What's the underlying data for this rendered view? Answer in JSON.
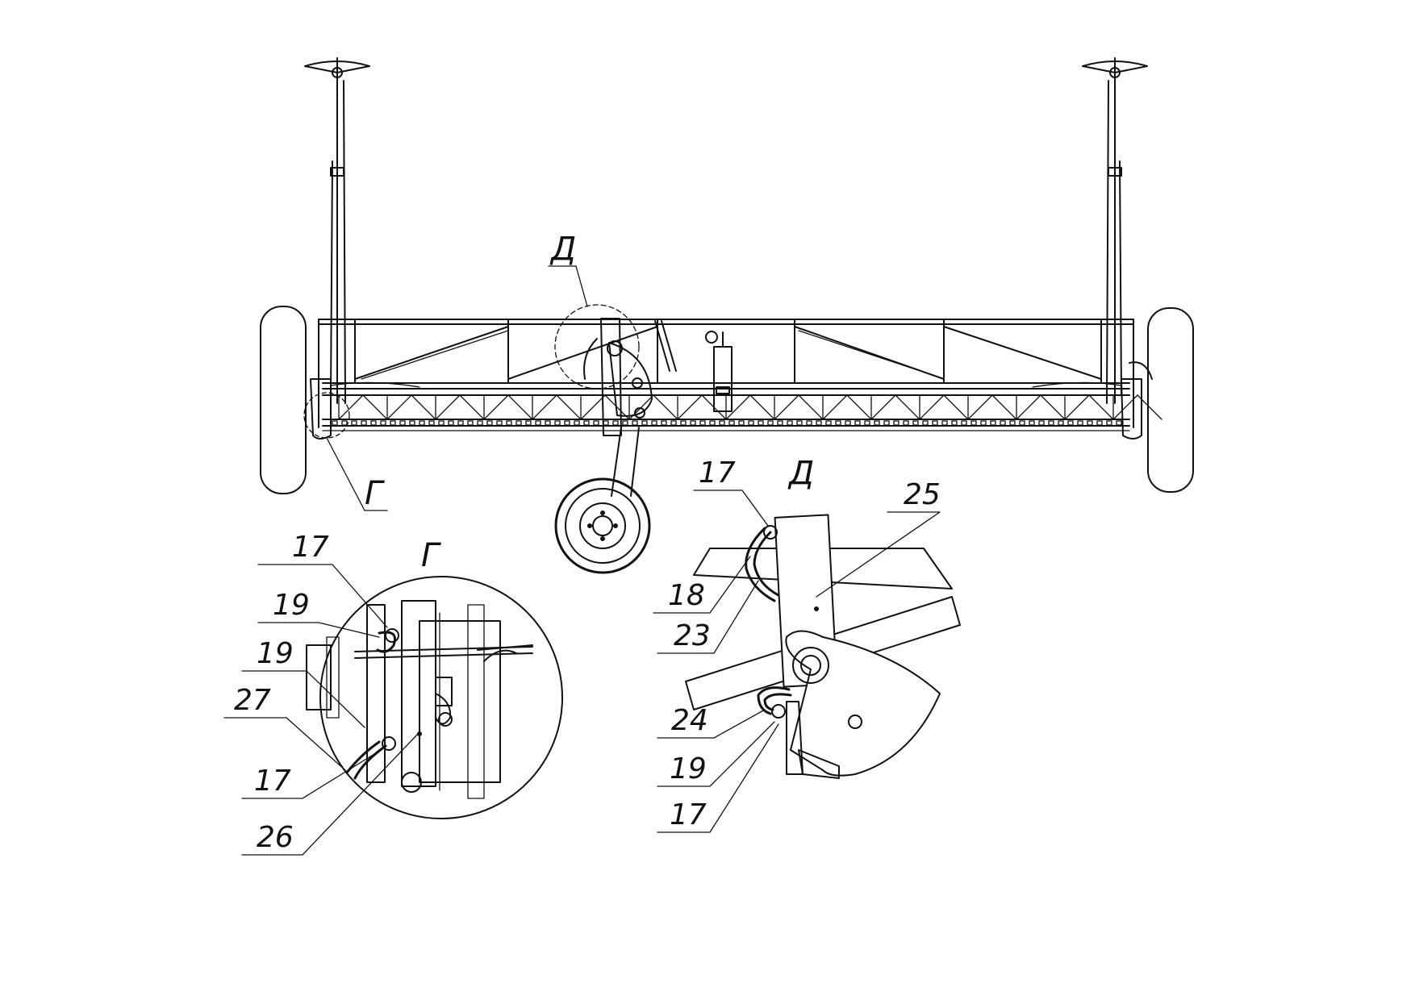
{
  "view_labels": {
    "d_main": "Д",
    "g_main": "Г",
    "g_detail": "Г",
    "d_detail": "Д"
  },
  "detail_g_callouts": [
    "17",
    "19",
    "19",
    "27",
    "17",
    "26"
  ],
  "detail_d_callouts": [
    "17",
    "25",
    "18",
    "23",
    "24",
    "19",
    "17"
  ]
}
